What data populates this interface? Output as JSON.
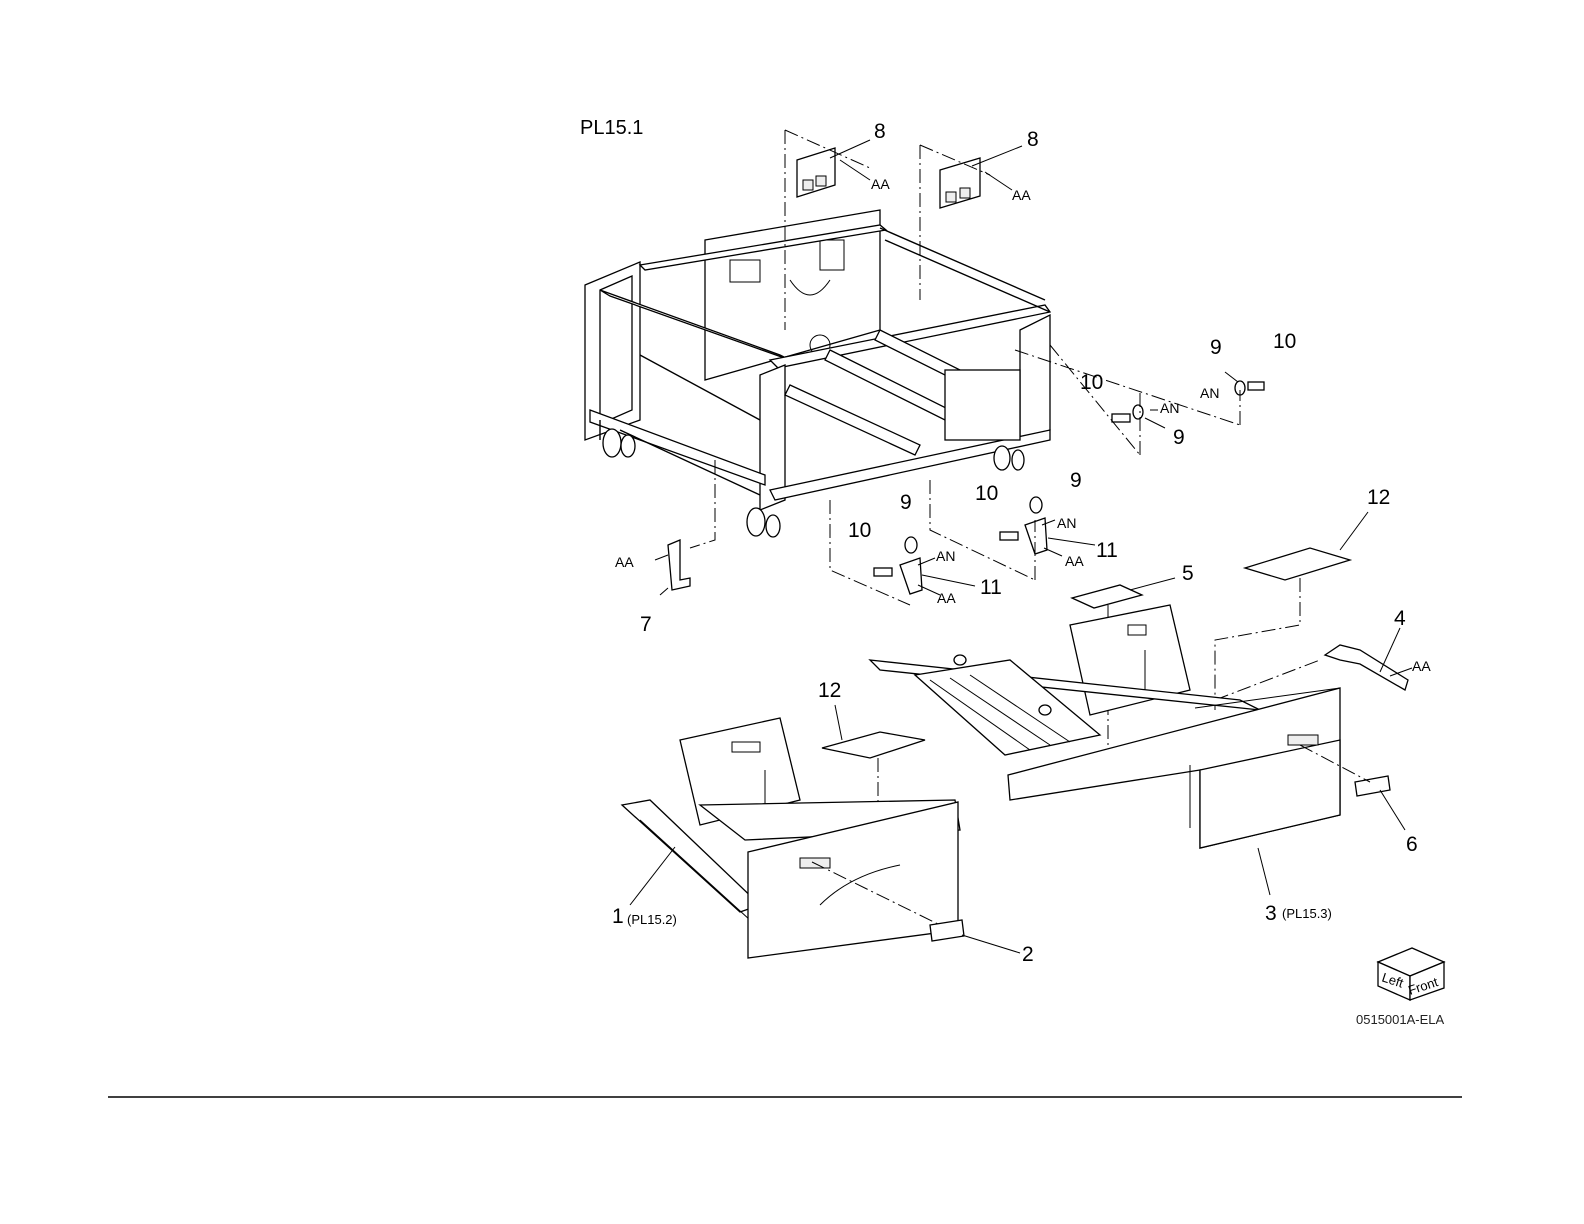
{
  "diagram": {
    "title": "PL15.1",
    "figure_code": "0515001A-ELA",
    "orientation_label": {
      "left": "Left",
      "front": "Front"
    },
    "callouts": {
      "c1": "1",
      "c2": "2",
      "c3": "3",
      "c4": "4",
      "c5": "5",
      "c6": "6",
      "c7": "7",
      "c8": "8",
      "c9": "9",
      "c10": "10",
      "c11": "11",
      "c12": "12"
    },
    "refs": {
      "r1": "(PL15.2)",
      "r3": "(PL15.3)"
    },
    "tags": {
      "aa": "AA",
      "an": "AN"
    }
  }
}
